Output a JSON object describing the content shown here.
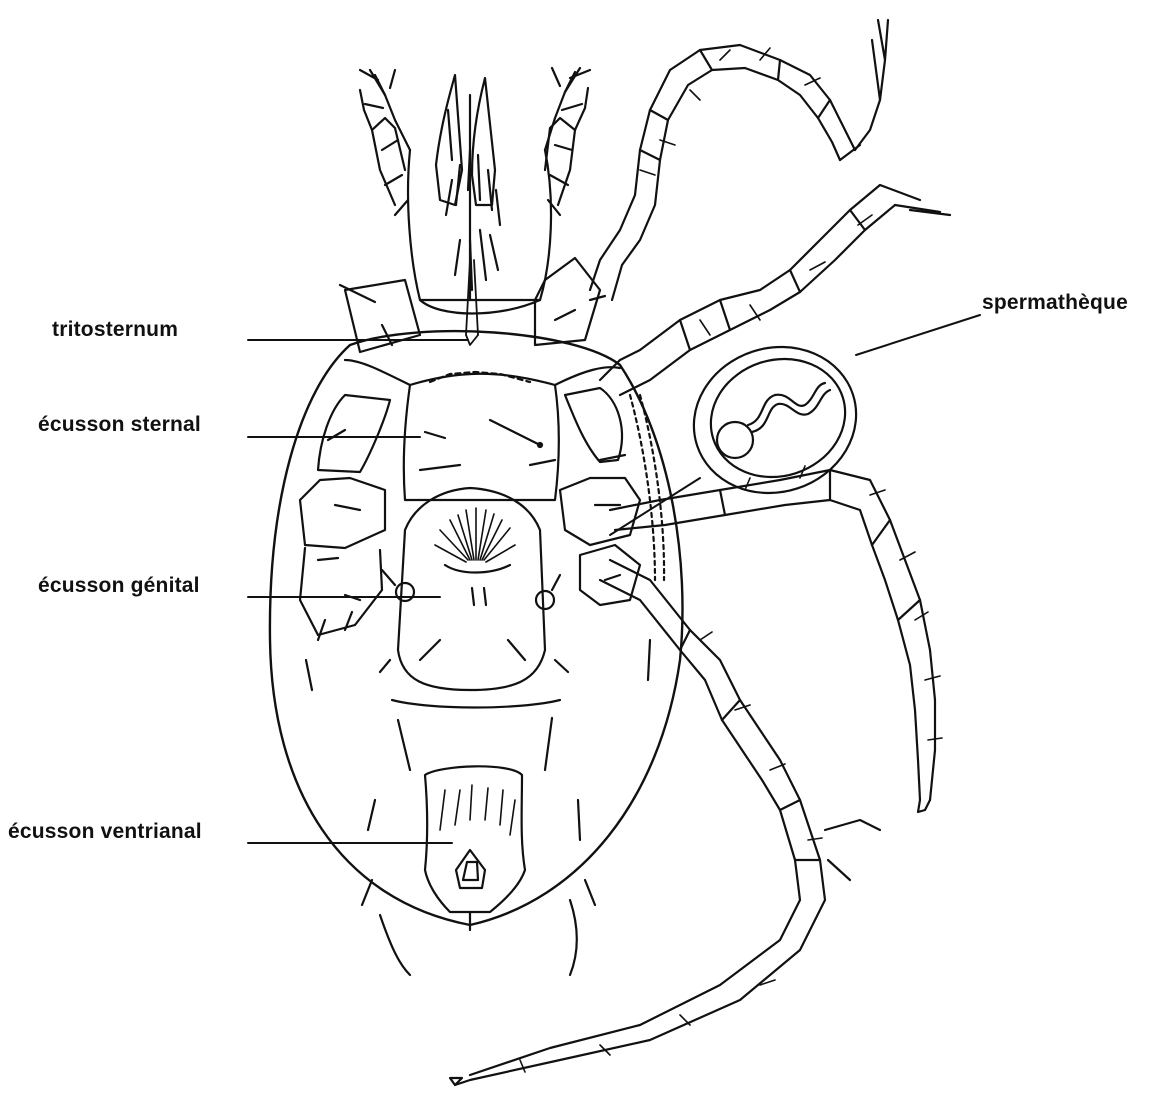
{
  "labels": {
    "tritosternum": "tritosternum",
    "ecusson_sternal": "écusson  sternal",
    "ecusson_genital": "écusson  génital",
    "ecusson_ventrianal": "écusson  ventrianal",
    "spermatheque": "spermathèque"
  },
  "colors": {
    "ink": "#111111",
    "background": "#ffffff"
  }
}
